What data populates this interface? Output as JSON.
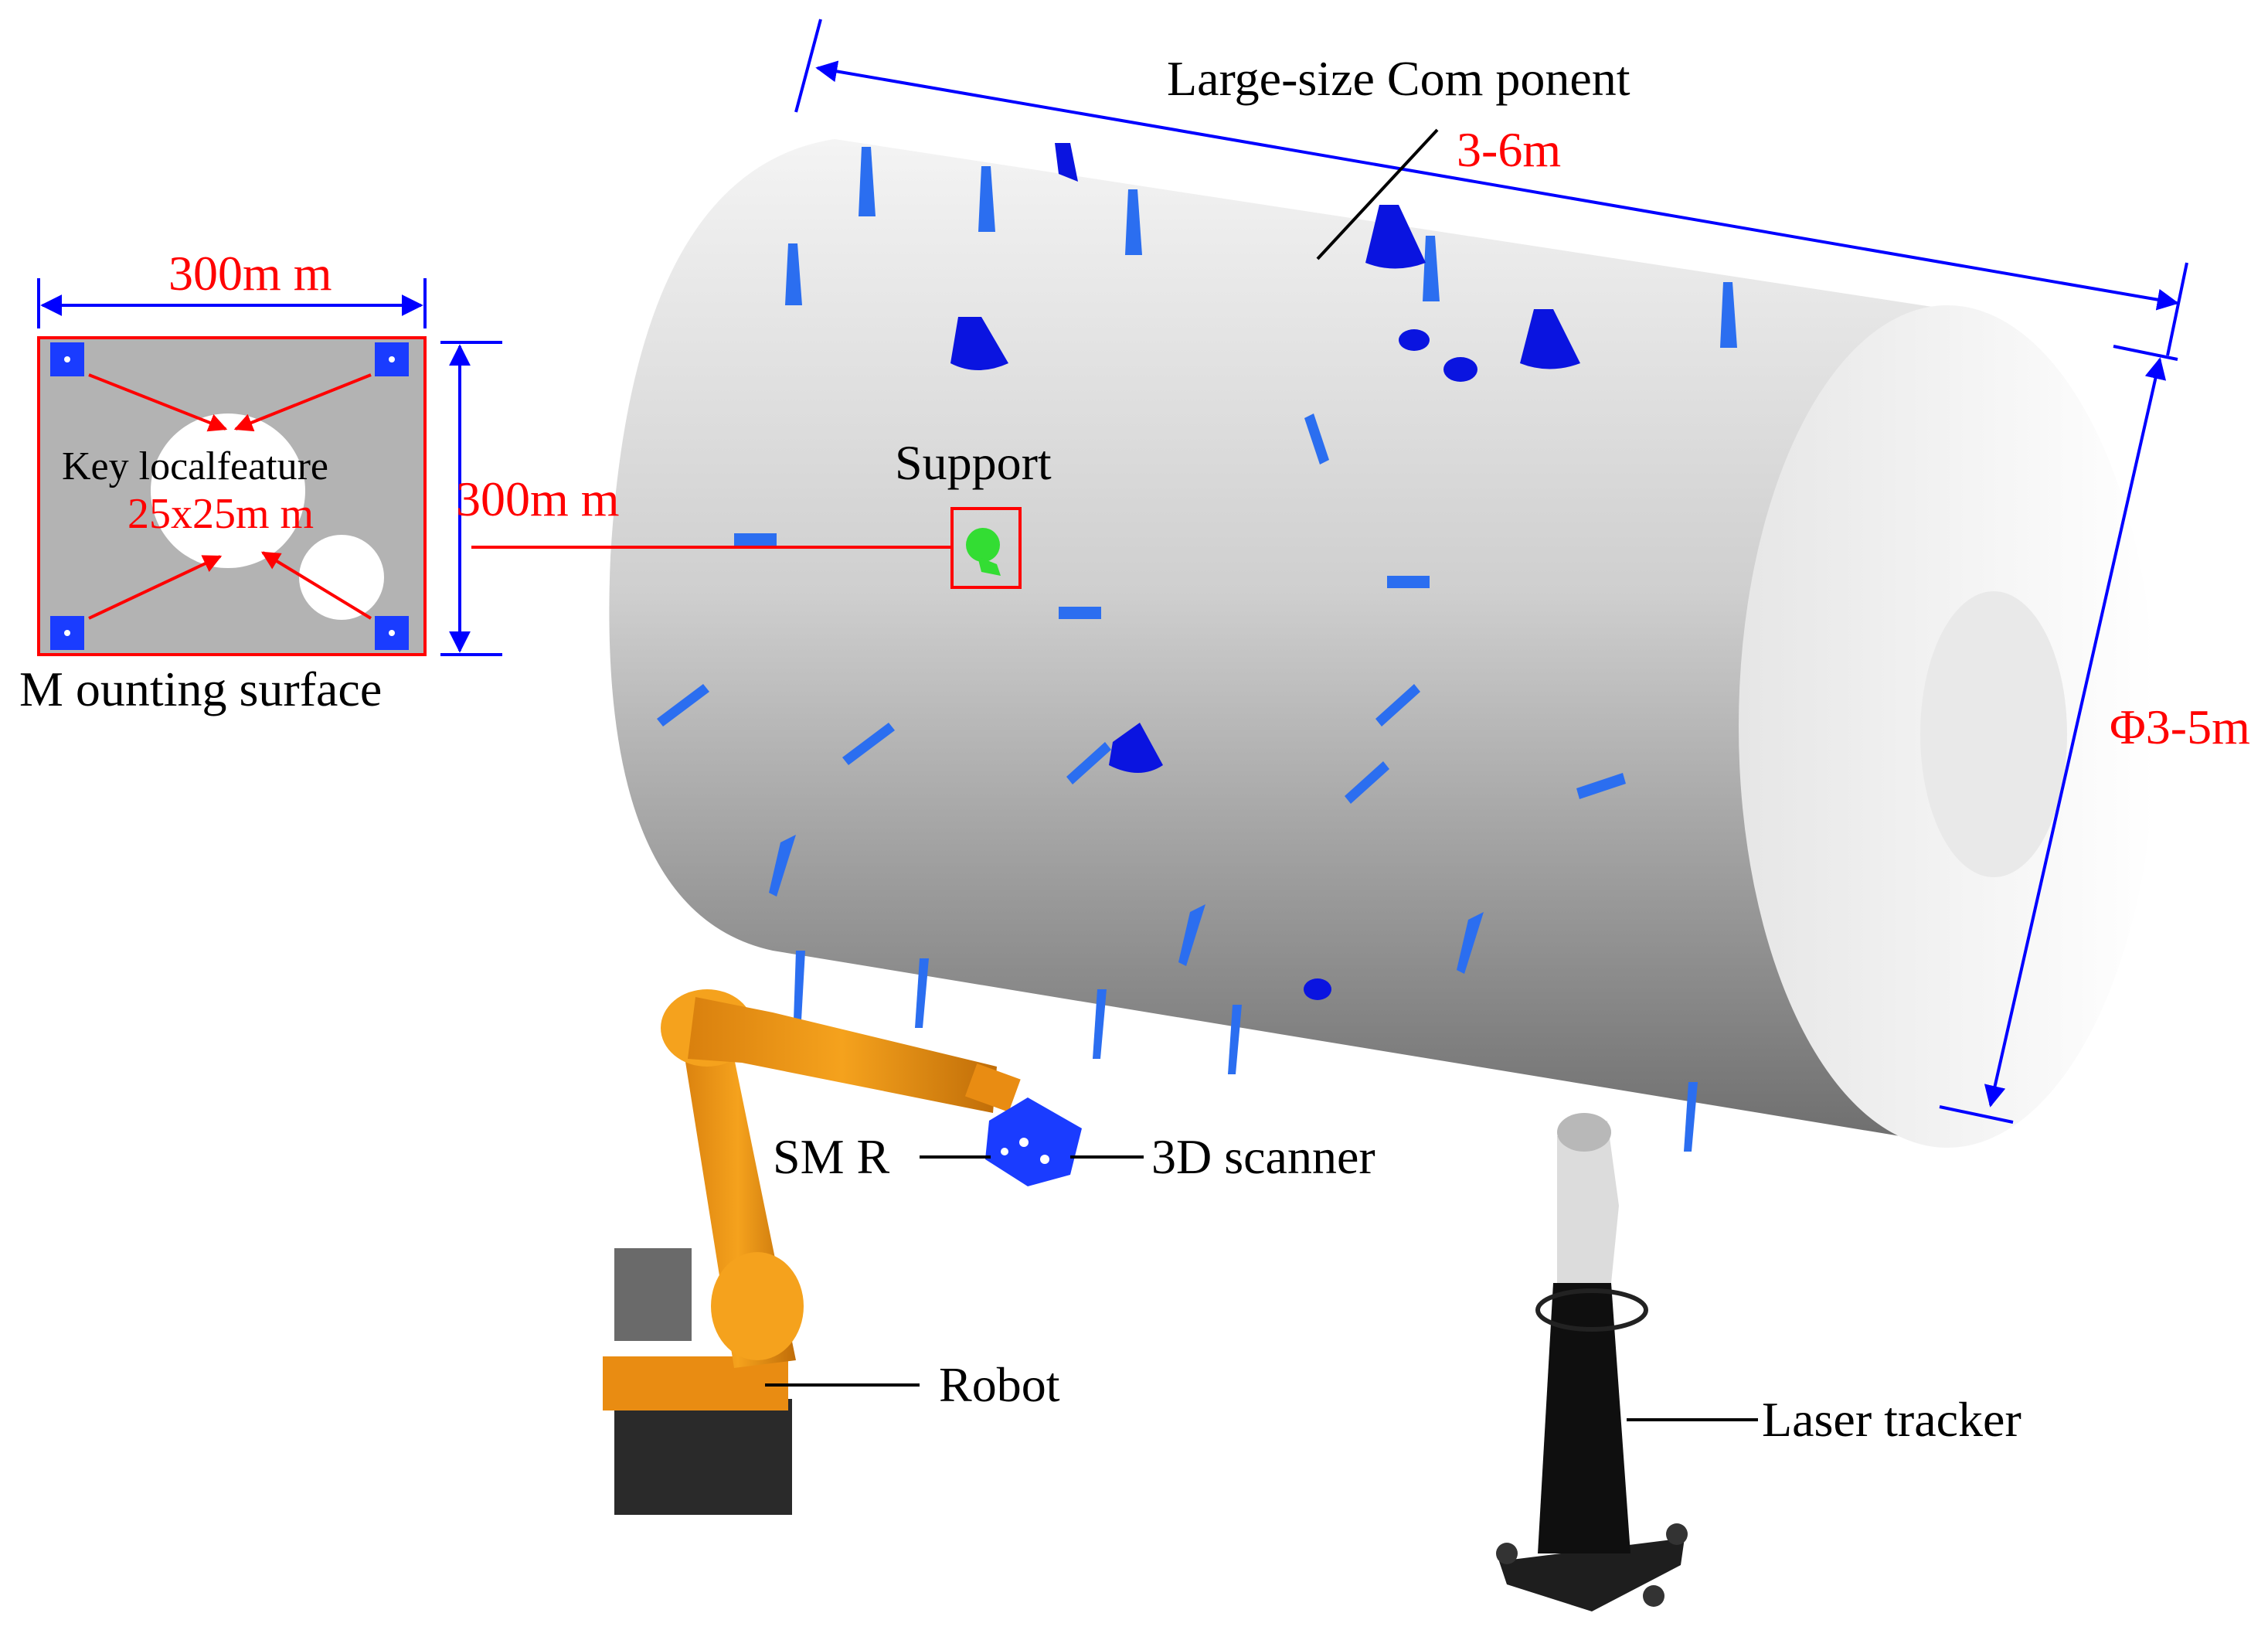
{
  "inset": {
    "width_label": "300m m",
    "height_label": "300m m",
    "feature_label": "Key localfeature",
    "feature_size": "25x25m m",
    "caption": "M ounting surface"
  },
  "component": {
    "title": "Large-size Com ponent",
    "length_label": "3-6m",
    "diameter_label": "Φ3-5m"
  },
  "labels": {
    "support": "Support",
    "smr": "SM R",
    "scanner": "3D scanner",
    "robot": "Robot",
    "laser_tracker": "Laser tracker"
  },
  "colors": {
    "dimension": "#0000ff",
    "highlight": "#ff0000",
    "support_green": "#33dd33",
    "support_blue": "#1a3cff",
    "robot_orange": "#f5a21d"
  }
}
